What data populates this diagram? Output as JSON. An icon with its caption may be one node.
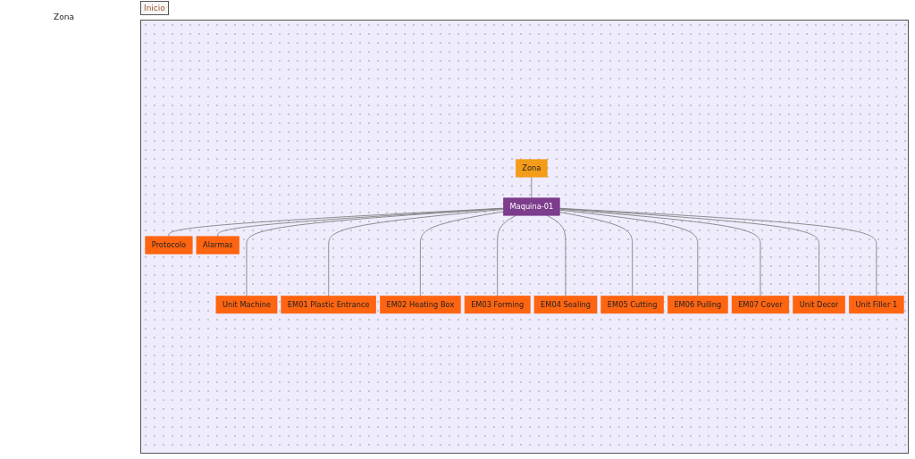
{
  "diagram": {
    "nodes": [
      {
        "text": [
          "Zona"
        ]
      },
      {
        "text": [
          "Maquina-01"
        ]
      },
      {
        "text": [
          "Protocolo"
        ]
      },
      {
        "text": [
          "Alarmas"
        ]
      },
      {
        "text": [
          "Unit Machine"
        ]
      },
      {
        "text": [
          "EM01 Plastic Entrance"
        ]
      },
      {
        "text": [
          "EM02 Heating Box"
        ]
      },
      {
        "text": [
          "EM03 Forming"
        ]
      },
      {
        "text": [
          "EM04 Sealing"
        ]
      },
      {
        "text": [
          "EM05 Cutting"
        ]
      },
      {
        "text": [
          "EM06 Pulling"
        ]
      },
      {
        "text": [
          "EM07 Cover"
        ]
      },
      {
        "text": [
          "Unit Decor"
        ]
      },
      {
        "text": [
          "Unit Filler 1"
        ]
      }
    ],
    "edges": [
      {
        "from": 0,
        "to": 1,
        "arrow": "none"
      },
      {
        "from": 1,
        "to": 2,
        "arrow": "none"
      },
      {
        "from": 1,
        "to": 3,
        "arrow": "none"
      },
      {
        "from": 1,
        "to": 4,
        "arrow": "none"
      },
      {
        "from": 1,
        "to": 5,
        "arrow": "none"
      },
      {
        "from": 1,
        "to": 6,
        "arrow": "none"
      },
      {
        "from": 1,
        "to": 7,
        "arrow": "none"
      },
      {
        "from": 1,
        "to": 8,
        "arrow": "none"
      },
      {
        "from": 1,
        "to": 9,
        "arrow": "none"
      },
      {
        "from": 1,
        "to": 10,
        "arrow": "none"
      },
      {
        "from": 1,
        "to": 11,
        "arrow": "none"
      },
      {
        "from": 1,
        "to": 12,
        "arrow": "none"
      },
      {
        "from": 1,
        "to": 13,
        "arrow": "none"
      }
    ],
    "labels": [
      "Zona",
      "Inicio"
    ]
  }
}
